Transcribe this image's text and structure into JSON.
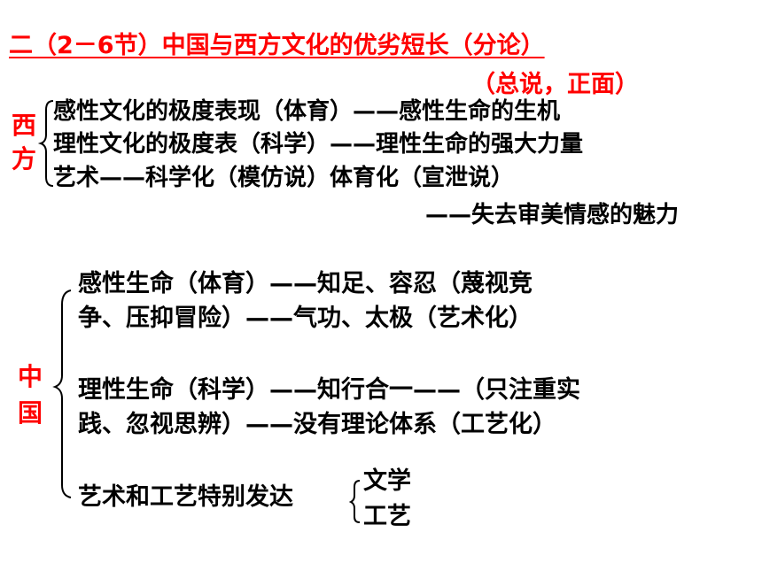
{
  "title": "二（2－6节）中国与西方文化的优劣短长（分论）",
  "subtitle": "（总说，正面）",
  "west": {
    "label_1": "西",
    "label_2": "方",
    "lines": [
      "感性文化的极度表现（体育）——感性生命的生机",
      "理性文化的极度表（科学）——理性生命的强大力量",
      "艺术——科学化（模仿说）体育化（宣泄说）",
      "——失去审美情感的魅力"
    ]
  },
  "china": {
    "label_1": "中",
    "label_2": "国",
    "lines": [
      "感性生命（体育）——知足、容忍（蔑视竞",
      "争、压抑冒险）——气功、太极（艺术化）",
      "理性生命（科学）——知行合一——（只注重实",
      "践、忽视思辨）——没有理论体系（工艺化）",
      "艺术和工艺特别发达"
    ],
    "arts": [
      "文学",
      "工艺"
    ]
  },
  "colors": {
    "accent": "#ff0000",
    "text": "#000000"
  }
}
